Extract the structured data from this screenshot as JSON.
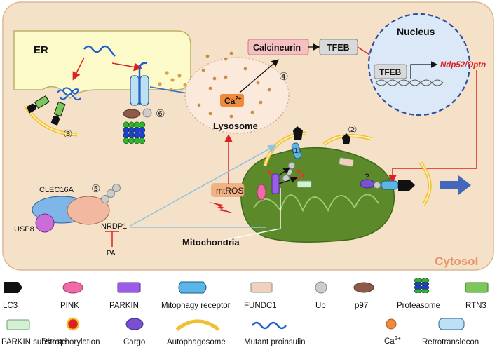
{
  "diagram": {
    "compartments": {
      "er": "ER",
      "nucleus": "Nucleus",
      "lysosome": "Lysosome",
      "mitochondria": "Mitochondria",
      "cytosol": "Cytosol"
    },
    "molecules": {
      "calcineurin": "Calcineurin",
      "tfeb": "TFEB",
      "tfeb_nuclear": "TFEB",
      "gene": "Ndp52/Optn",
      "calcium": "Ca",
      "calcium_sup": "2+",
      "mtros": "mtROS",
      "clec16a": "CLEC16A",
      "usp8": "USP8",
      "nrdp1": "NRDP1",
      "pa": "PA",
      "question": "?"
    },
    "steps": [
      "①",
      "②",
      "③",
      "④",
      "⑤",
      "⑥"
    ]
  },
  "legend": {
    "row1": [
      "LC3",
      "PINK",
      "PARKIN",
      "Mitophagy receptor",
      "FUNDC1",
      "Ub",
      "p97",
      "Proteasome",
      "RTN3"
    ],
    "row2": [
      "PARKIN substrate",
      "Phosphorylation",
      "Cargo",
      "Autophagosome",
      "Mutant proinsulin",
      "Ca",
      "Retrotranslocon"
    ],
    "ca_sup": "2+"
  },
  "colors": {
    "cytosol_bg": "#f4e1c8",
    "er": "#fcfac8",
    "nucleus": "#dbe8f7",
    "mitochondria": "#5c8a2a",
    "calcineurin": "#f4c1c1",
    "tfeb": "#d9d9d9",
    "mtros": "#f4b183",
    "accent_red": "#e02020",
    "accent_blue": "#4472c4"
  }
}
